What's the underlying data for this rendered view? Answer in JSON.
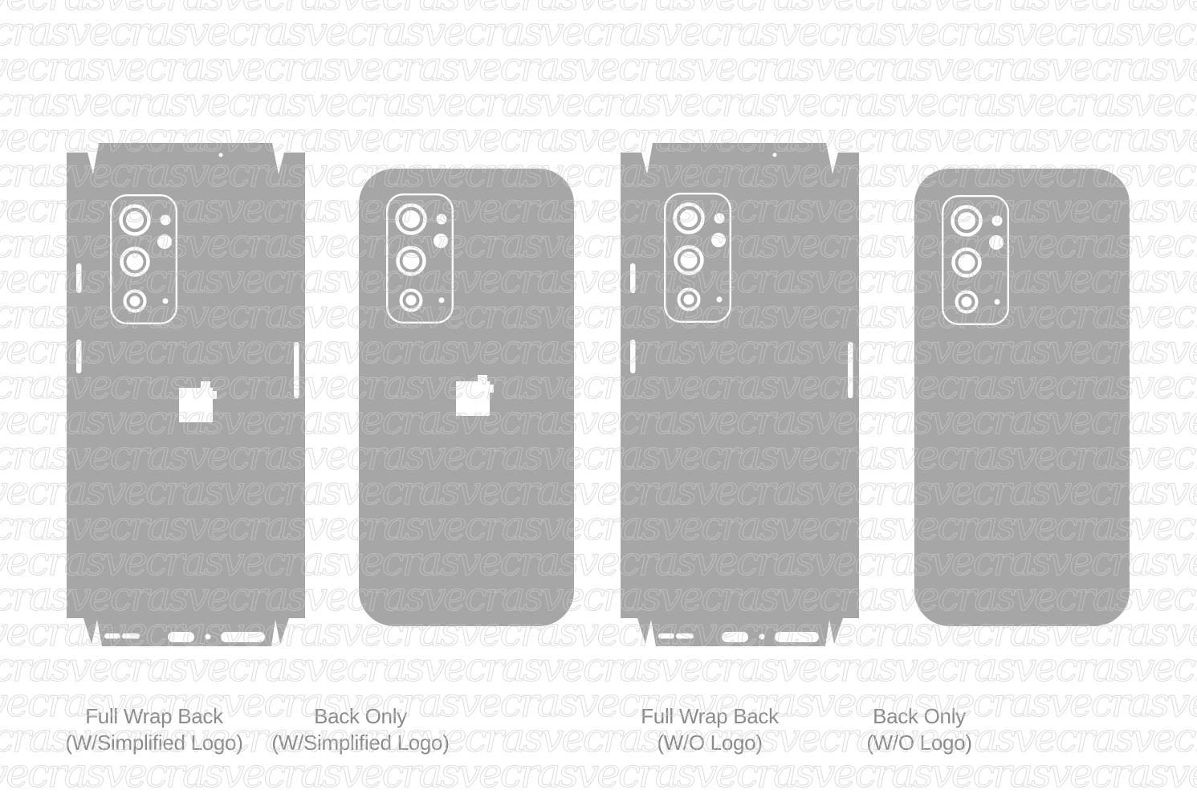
{
  "colors": {
    "background": "#ffffff",
    "phone_body": "#a6a6a6",
    "cutline": "#ffffff",
    "watermark": "#cccccc",
    "label_text": "#8a8a8a"
  },
  "watermark": {
    "letters": "vecras"
  },
  "templates": [
    {
      "name": "Full Wrap Back (W/Simplified Logo)",
      "type": "full-wrap-back",
      "logo": "simplified",
      "label_line1": "Full Wrap Back",
      "label_line2": "(W/Simplified Logo)"
    },
    {
      "name": "Back Only (W/Simplified Logo)",
      "type": "back-only",
      "logo": "simplified",
      "label_line1": "Back Only",
      "label_line2": "(W/Simplified Logo)"
    },
    {
      "name": "Full Wrap Back (W/O Logo)",
      "type": "full-wrap-back",
      "logo": "none",
      "label_line1": "Full Wrap Back",
      "label_line2": "(W/O Logo)"
    },
    {
      "name": "Back Only (W/O Logo)",
      "type": "back-only",
      "logo": "none",
      "label_line1": "Back Only",
      "label_line2": "(W/O Logo)"
    }
  ]
}
